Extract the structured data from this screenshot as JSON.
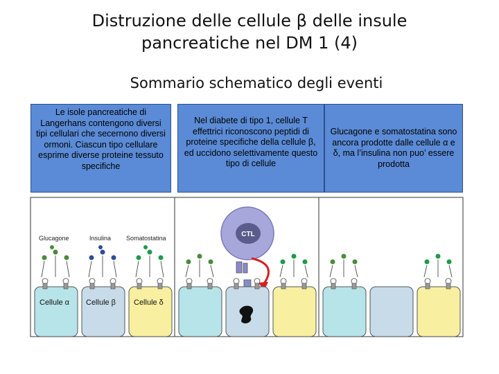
{
  "header": {
    "title_line1": "Distruzione delle cellule β delle insule",
    "title_line2": "pancreatiche nel DM 1 (4)",
    "subtitle": "Sommario schematico degli eventi"
  },
  "captions": {
    "panel1": "Le isole pancreatiche di Langerhans contengono diversi tipi cellulari che secernono diversi ormoni. Ciascun tipo cellulare esprime diverse proteine tessuto specifiche",
    "panel2": "Nel diabete di tipo 1, cellule T effettrici riconoscono peptidi di proteine specifiche della cellule β, ed uccidono selettivamente questo tipo di cellule",
    "panel3": "Glucagone e somatostatina sono ancora prodotte dalle cellule α e δ, ma l’insulina non puo’ essere prodotta"
  },
  "legend": {
    "glucagon": "Glucagone",
    "insulin": "Insulina",
    "somatostatin": "Somatostatina"
  },
  "cells": {
    "alpha": "Cellule α",
    "beta": "Cellule β",
    "delta": "Cellule δ"
  },
  "tcell": {
    "label": "CTL"
  },
  "colors": {
    "caption_bg": "#5b8bd6",
    "alpha_cell": "#b7e4e8",
    "beta_cell": "#c8dbe9",
    "delta_cell": "#f8efa0",
    "glucagon_dot": "#4a8a3a",
    "insulin_dot": "#2d4d96",
    "somatostatin_dot": "#1f9a4a",
    "ctl": "#a7a7dc",
    "arrow": "#d42020"
  }
}
